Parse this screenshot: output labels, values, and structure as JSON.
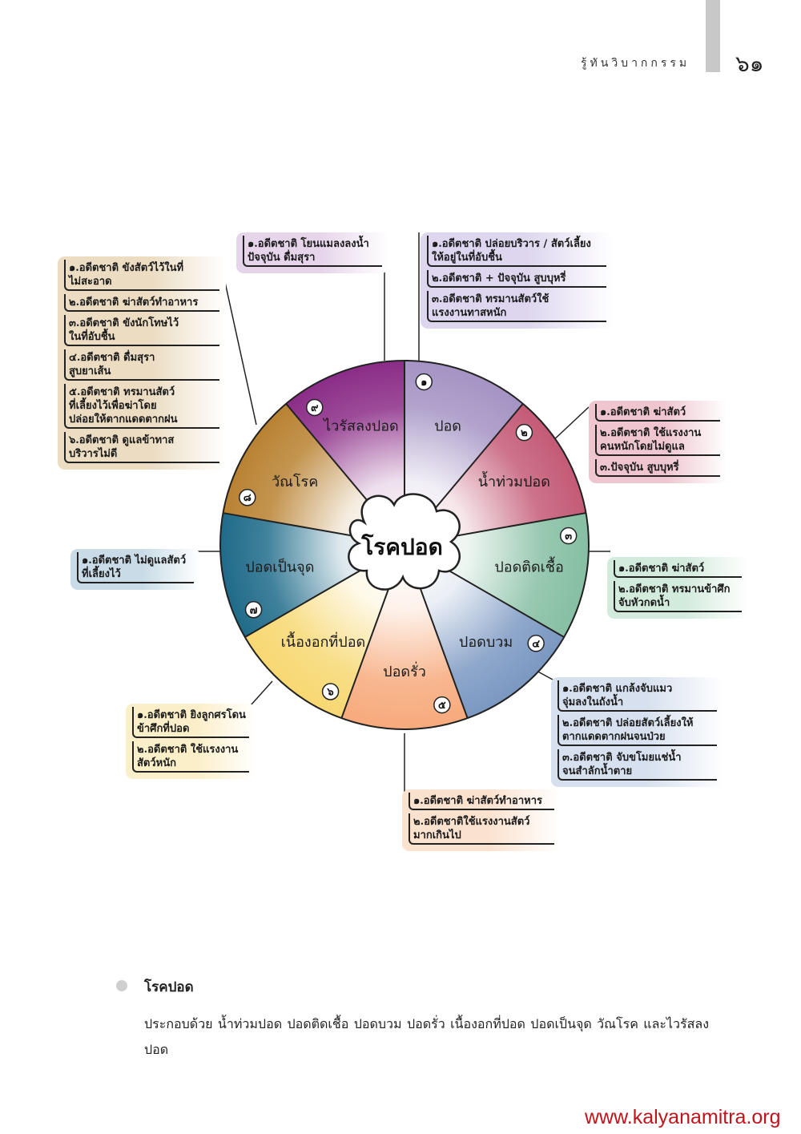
{
  "header": {
    "title": "รู้ทันวิบากกรรม",
    "page_number": "๖๑"
  },
  "center_label": "โรคปอด",
  "segments": [
    {
      "number": "๑",
      "label": "ปอด",
      "color": "#a493c4"
    },
    {
      "number": "๒",
      "label": "น้ำท่วมปอด",
      "color": "#c45a76"
    },
    {
      "number": "๓",
      "label": "ปอดติดเชื้อ",
      "color": "#86bfa3"
    },
    {
      "number": "๔",
      "label": "ปอดบวม",
      "color": "#7b98c2"
    },
    {
      "number": "๕",
      "label": "ปอดรั่ว",
      "color": "#f7aa7c"
    },
    {
      "number": "๖",
      "label": "เนื้องอกที่ปอด",
      "color": "#f7d872"
    },
    {
      "number": "๗",
      "label": "ปอดเป็นจุด",
      "color": "#1f6b8a"
    },
    {
      "number": "๘",
      "label": "วัณโรค",
      "color": "#b98232"
    },
    {
      "number": "๙",
      "label": "ไวรัสลงปอด",
      "color": "#8b2c87"
    }
  ],
  "groups": {
    "g1": {
      "color": "#ddd6ee",
      "items": [
        "๑.อดีตชาติ ปล่อยบริวาร / สัตว์เลี้ยง\nให้อยู่ในที่อับชื้น",
        "๒.อดีตชาติ + ปัจจุบัน สูบบุหรี่",
        "๓.อดีตชาติ ทรมานสัตว์ใช้\nแรงงานทาสหนัก"
      ]
    },
    "g2": {
      "color": "#efc5cf",
      "items": [
        "๑.อดีตชาติ ฆ่าสัตว์",
        "๒.อดีตชาติ ใช้แรงงาน\nคนหนักโดยไม่ดูแล",
        "๓.ปัจจุบัน สูบบุหรี่"
      ]
    },
    "g3": {
      "color": "#d3ebdd",
      "items": [
        "๑.อดีตชาติ ฆ่าสัตว์",
        "๒.อดีตชาติ ทรมานข้าศึก\nจับหัวกดน้ำ"
      ]
    },
    "g4": {
      "color": "#d6e0ee",
      "items": [
        "๑.อดีตชาติ แกล้งจับแมว\nจุ่มลงในถังน้ำ",
        "๒.อดีตชาติ ปล่อยสัตว์เลี้ยงให้\nตากแดดตากฝนจนป่วย",
        "๓.อดีตชาติ จับขโมยแช่น้ำ\nจนสำลักน้ำตาย"
      ]
    },
    "g5": {
      "color": "#fbe2cf",
      "items": [
        "๑.อดีตชาติ ฆ่าสัตว์ทำอาหาร",
        "๒.อดีตชาติใช้แรงงานสัตว์\nมากเกินไป"
      ]
    },
    "g6": {
      "color": "#fbefc9",
      "items": [
        "๑.อดีตชาติ ยิงลูกศรโดน\nข้าศึกที่ปอด",
        "๒.อดีตชาติ ใช้แรงงาน\nสัตว์หนัก"
      ]
    },
    "g7": {
      "color": "#c8dbe6",
      "items": [
        "๑.อดีตชาติ ไม่ดูแลสัตว์\nที่เลี้ยงไว้"
      ]
    },
    "g8": {
      "color": "#ebdcc2",
      "items": [
        "๑.อดีตชาติ ขังสัตว์ไว้ในที่\nไม่สะอาด",
        "๒.อดีตชาติ ฆ่าสัตว์ทำอาหาร",
        "๓.อดีตชาติ ขังนักโทษไว้\nในที่อับชื้น",
        "๔.อดีตชาติ ดื่มสุรา\nสูบยาเส้น",
        "๕.อดีตชาติ ทรมานสัตว์\nที่เลี้ยงไว้เพื่อฆ่าโดย\nปล่อยให้ตากแดดตากฝน",
        "๖.อดีตชาติ ดูแลข้าทาส\nบริวารไม่ดี"
      ]
    },
    "g9": {
      "color": "#e6d4ea",
      "items": [
        "๑.อดีตชาติ โยนแมลงลงน้ำ\nปัจจุบัน ดื่มสุรา"
      ]
    }
  },
  "summary": {
    "title": "โรคปอด",
    "body": "ประกอบด้วย น้ำท่วมปอด ปอดติดเชื้อ ปอดบวม ปอดรั่ว เนื้องอกที่ปอด ปอดเป็นจุด วัณโรค และไวรัสลงปอด"
  },
  "footer": {
    "url": "www.kalyanamitra.org",
    "color": "#c0141c"
  }
}
